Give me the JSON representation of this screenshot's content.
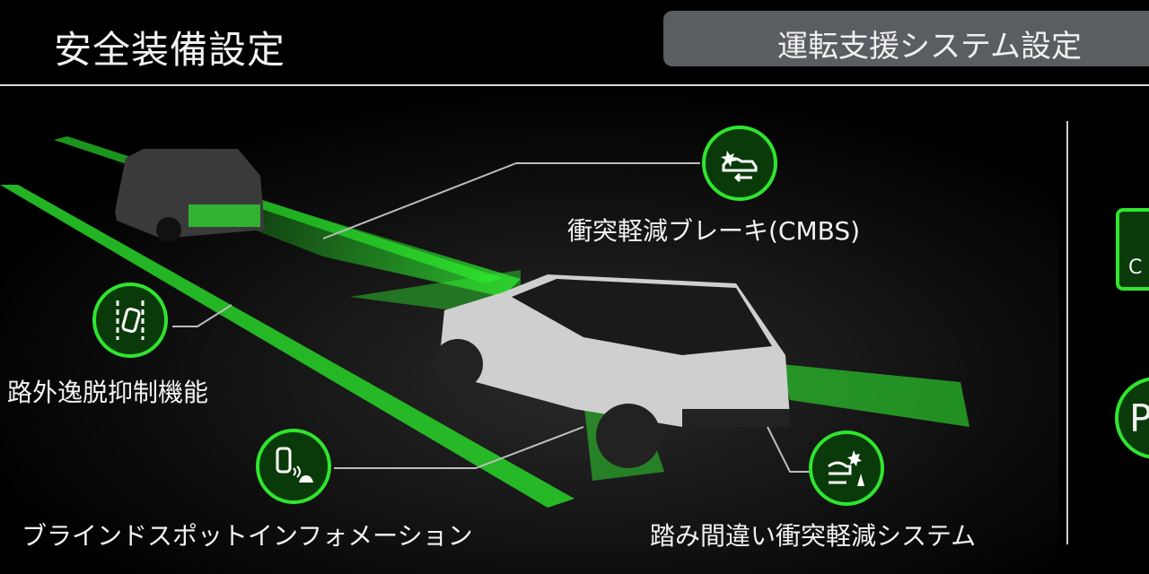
{
  "header": {
    "title": "安全装備設定",
    "tab_label": "運転支援システム設定"
  },
  "features": [
    {
      "label": "衝突軽減ブレーキ(CMBS)",
      "icon": "collision-brake-icon"
    },
    {
      "label": "路外逸脱抑制機能",
      "icon": "lane-departure-icon"
    },
    {
      "label": "ブラインドスポットインフォメーション",
      "icon": "blind-spot-icon"
    },
    {
      "label": "踏み間違い衝突軽減システム",
      "icon": "pedal-misapplication-icon"
    }
  ],
  "right_panel": {
    "icon1_text": "C",
    "icon2_text": "P"
  },
  "colors": {
    "accent": "#2fe52f",
    "tab_bg": "#5a5e62",
    "icon_bg": "#0a3a0a"
  }
}
